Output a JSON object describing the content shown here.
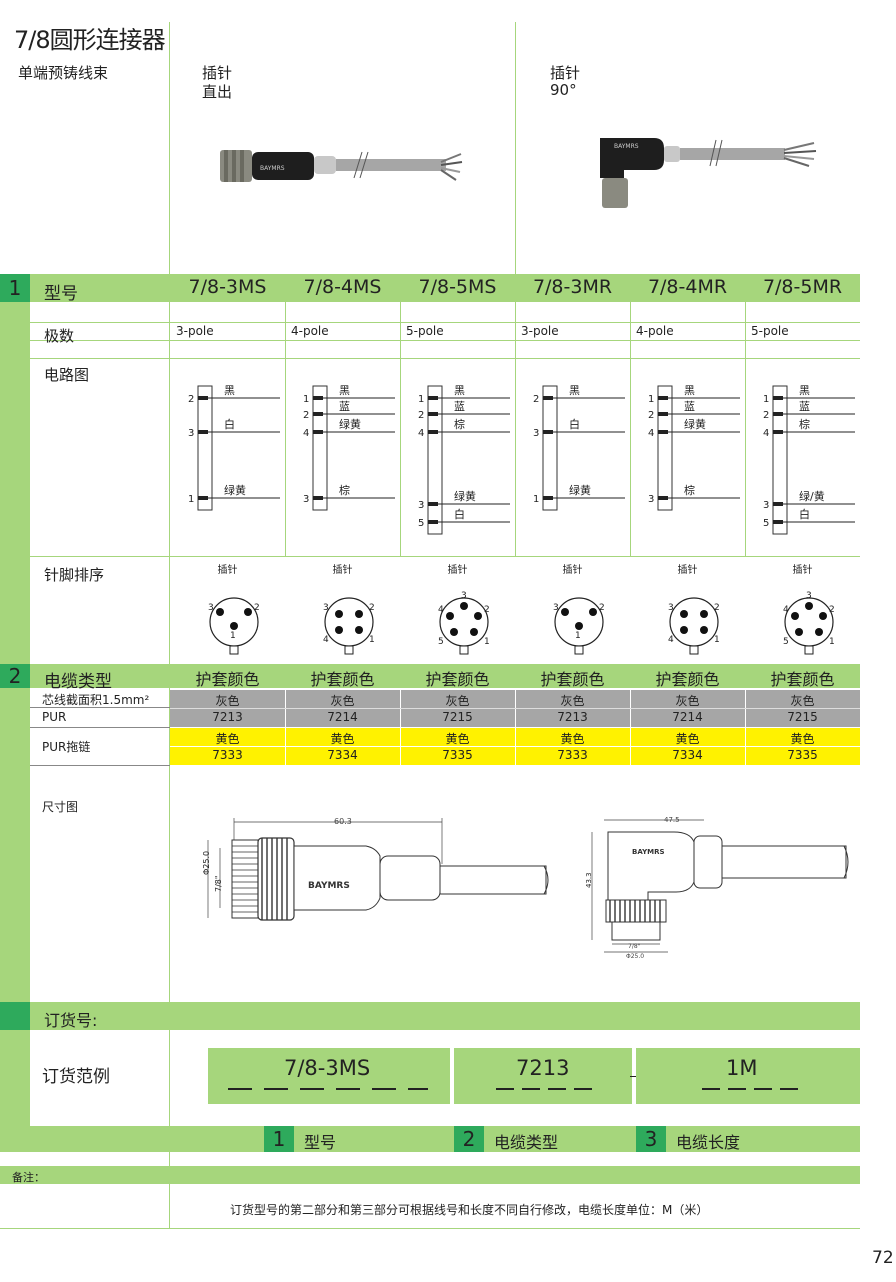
{
  "header": {
    "title": "7/8圆形连接器",
    "subtitle": "单端预铸线束",
    "straight_label_1": "插针",
    "straight_label_2": "直出",
    "angled_label_1": "插针",
    "angled_label_2": "90°"
  },
  "section1": {
    "number": "1",
    "label": "型号",
    "models": [
      "7/8-3MS",
      "7/8-4MS",
      "7/8-5MS",
      "7/8-3MR",
      "7/8-4MR",
      "7/8-5MR"
    ]
  },
  "poles": {
    "label": "极数",
    "values": [
      "3-pole",
      "4-pole",
      "5-pole",
      "3-pole",
      "4-pole",
      "5-pole"
    ]
  },
  "circuit": {
    "label": "电路图",
    "black": "黑",
    "white": "白",
    "blue": "蓝",
    "brown": "棕",
    "green_yellow": "绿黄",
    "green_yellow_slash": "绿/黄",
    "pins": [
      "1",
      "2",
      "3",
      "4",
      "5"
    ]
  },
  "pinout": {
    "label": "针脚排序",
    "header": "插针"
  },
  "section2": {
    "number": "2",
    "label": "电缆类型",
    "header": "护套颜色",
    "row1_label": "芯线截面积1.5mm²",
    "row2_label": "PUR",
    "row3_label": "PUR拖链",
    "grey": "灰色",
    "yellow": "黄色",
    "grey_codes": [
      "7213",
      "7214",
      "7215",
      "7213",
      "7214",
      "7215"
    ],
    "yellow_codes": [
      "7333",
      "7334",
      "7335",
      "7333",
      "7334",
      "7335"
    ]
  },
  "dimensions": {
    "label": "尺寸图",
    "s_length": "60.3",
    "s_dia1": "Φ25.0",
    "s_dia2": "7/8\"",
    "brand": "BAYMRS",
    "r_length": "47.5",
    "r_height": "43.3",
    "r_thread": "7/8\"",
    "r_dia": "Φ25.0"
  },
  "order": {
    "label": "订货号:",
    "example_label": "订货范例",
    "part1": "7/8-3MS",
    "part2": "7213",
    "part3": "1M",
    "legend": [
      {
        "num": "1",
        "label": "型号"
      },
      {
        "num": "2",
        "label": "电缆类型"
      },
      {
        "num": "3",
        "label": "电缆长度"
      }
    ]
  },
  "notes": {
    "label": "备注：",
    "text": "订货型号的第二部分和第三部分可根据线号和长度不同自行修改，电缆长度单位：M（米）"
  },
  "page_number": "72"
}
